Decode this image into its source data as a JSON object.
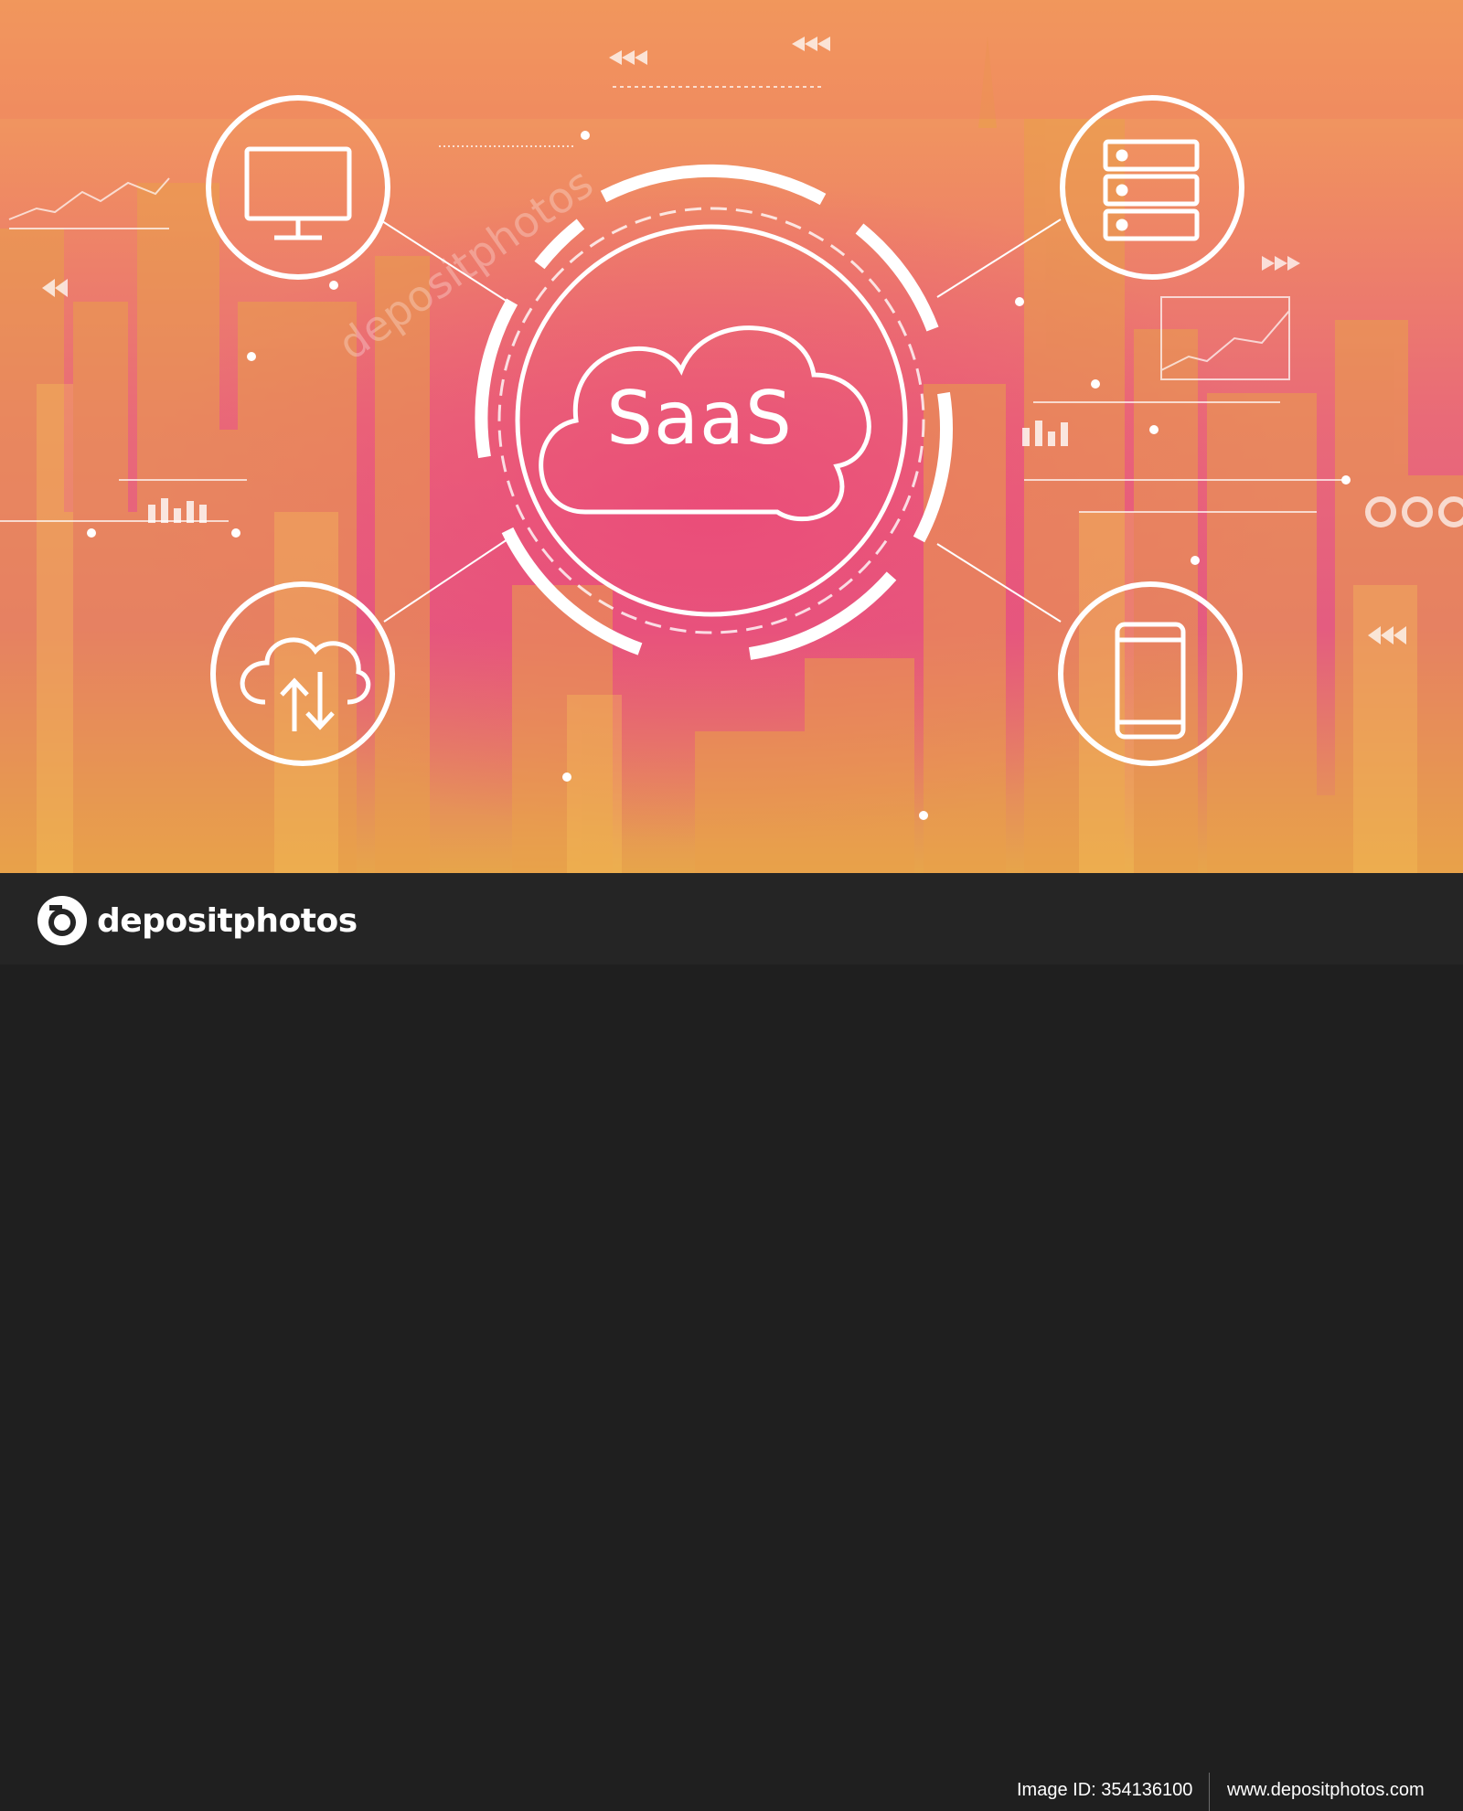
{
  "scene": {
    "center_label": "SaaS",
    "watermark_text": "depositphotos",
    "palette": {
      "warm_orange": "#f2a65a",
      "coral": "#ef8a63",
      "magenta": "#e45c80",
      "gold": "#e7a54a",
      "line_white": "#ffffff"
    },
    "nodes": [
      {
        "name": "monitor-node",
        "icon": "monitor-icon"
      },
      {
        "name": "server-node",
        "icon": "server-rack-icon"
      },
      {
        "name": "cloud-sync-node",
        "icon": "cloud-upload-download-icon"
      },
      {
        "name": "mobile-node",
        "icon": "smartphone-icon"
      }
    ]
  },
  "footer": {
    "brand": "depositphotos",
    "image_id": "Image ID: 354136100",
    "url": "www.depositphotos.com",
    "background": "#252525"
  }
}
